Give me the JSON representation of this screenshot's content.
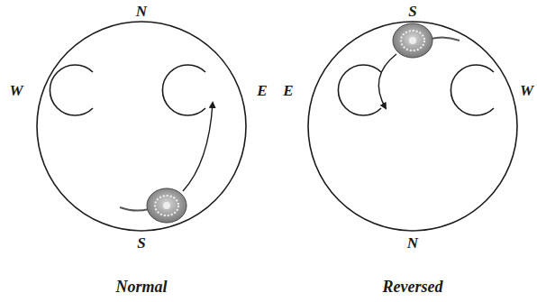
{
  "diagram": {
    "labels": [
      "N",
      "W",
      "E",
      "S",
      "Normal",
      "S",
      "E",
      "W",
      "N",
      "Reversed"
    ]
  }
}
